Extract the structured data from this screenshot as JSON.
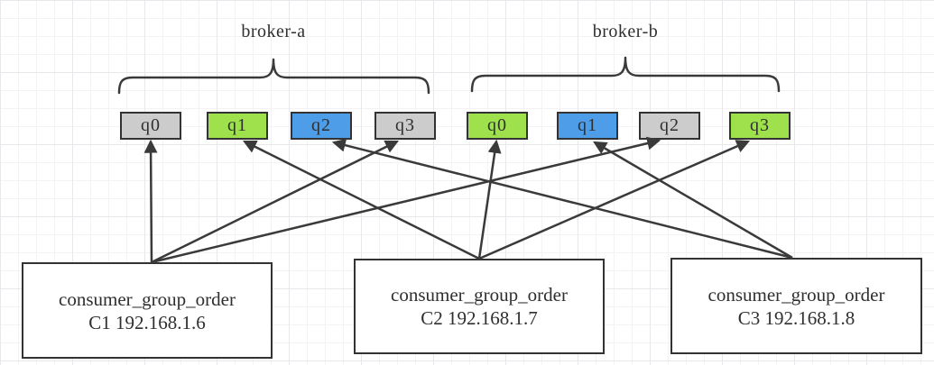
{
  "diagram": {
    "brokers": [
      {
        "id": "broker-a",
        "label": "broker-a",
        "queues": [
          {
            "id": "a-q0",
            "label": "q0",
            "color": "#cccccc"
          },
          {
            "id": "a-q1",
            "label": "q1",
            "color": "#9fe04d"
          },
          {
            "id": "a-q2",
            "label": "q2",
            "color": "#4d9de8"
          },
          {
            "id": "a-q3",
            "label": "q3",
            "color": "#cccccc"
          }
        ]
      },
      {
        "id": "broker-b",
        "label": "broker-b",
        "queues": [
          {
            "id": "b-q0",
            "label": "q0",
            "color": "#9fe04d"
          },
          {
            "id": "b-q1",
            "label": "q1",
            "color": "#4d9de8"
          },
          {
            "id": "b-q2",
            "label": "q2",
            "color": "#cccccc"
          },
          {
            "id": "b-q3",
            "label": "q3",
            "color": "#9fe04d"
          }
        ]
      }
    ],
    "consumers": [
      {
        "id": "C1",
        "line1": "consumer_group_order",
        "line2": "C1 192.168.1.6"
      },
      {
        "id": "C2",
        "line1": "consumer_group_order",
        "line2": "C2 192.168.1.7"
      },
      {
        "id": "C3",
        "line1": "consumer_group_order",
        "line2": "C3 192.168.1.8"
      }
    ],
    "assignments": [
      {
        "consumer": "C1",
        "queue": "a-q0"
      },
      {
        "consumer": "C2",
        "queue": "a-q1"
      },
      {
        "consumer": "C3",
        "queue": "a-q2"
      },
      {
        "consumer": "C1",
        "queue": "a-q3"
      },
      {
        "consumer": "C2",
        "queue": "b-q0"
      },
      {
        "consumer": "C3",
        "queue": "b-q1"
      },
      {
        "consumer": "C1",
        "queue": "b-q2"
      },
      {
        "consumer": "C2",
        "queue": "b-q3"
      }
    ],
    "colors": {
      "c1_queue": "#cccccc",
      "c2_queue": "#9fe04d",
      "c3_queue": "#4d9de8",
      "stroke": "#3a3a3a"
    }
  }
}
